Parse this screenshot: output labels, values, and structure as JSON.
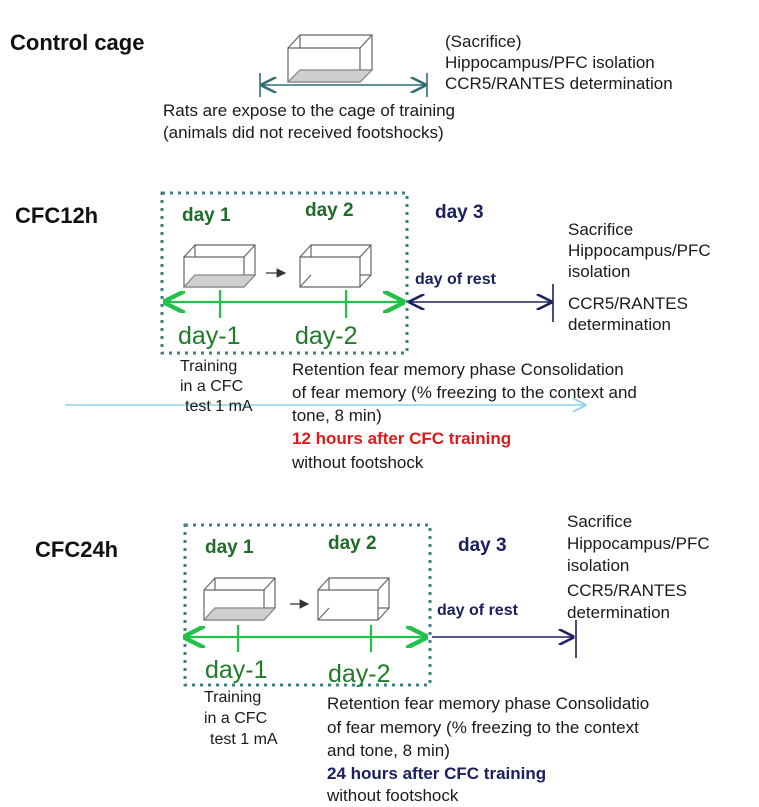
{
  "control": {
    "title": "Control cage",
    "result_lines": [
      "(Sacrifice)",
      "Hippocampus/PFC isolation",
      "CCR5/RANTES determination"
    ],
    "caption_lines": [
      "Rats are expose to the cage of training",
      "(animals did not received footshocks)"
    ]
  },
  "cfc12": {
    "title": "CFC12h",
    "day1": "day 1",
    "day2": "day 2",
    "day3": "day 3",
    "rest": "day of rest",
    "day1_dash": "day-1",
    "day2_dash": "day-2",
    "sacrifice_lines": [
      "Sacrifice",
      "Hippocampus/PFC",
      "isolation",
      "CCR5/RANTES",
      "determination"
    ],
    "training_lines": [
      "Training",
      "in a CFC",
      "test 1 mA"
    ],
    "retention_lines": [
      "Retention  fear memory phase Consolidation",
      "of fear memory (% freezing to the context and",
      "tone, 8 min)"
    ],
    "timing": "12 hours after CFC training",
    "without": "without   footshock"
  },
  "cfc24": {
    "title": "CFC24h",
    "day1": "day 1",
    "day2": "day 2",
    "day3": "day 3",
    "rest": "day of rest",
    "day1_dash": "day-1",
    "day2_dash": "day-2",
    "sacrifice_lines": [
      "Sacrifice",
      "Hippocampus/PFC",
      "isolation",
      "CCR5/RANTES",
      "determination"
    ],
    "training_lines": [
      "Training",
      "in a CFC",
      "test 1 mA"
    ],
    "retention_lines": [
      "Retention  fear memory phase Consolidatio",
      "of fear memory (% freezing to the context",
      "and tone, 8 min)"
    ],
    "timing": "24 hours after CFC training",
    "without": "without   footshock"
  },
  "colors": {
    "green": "#1f6b2a",
    "arrow_green": "#22c14a",
    "navy": "#1a2060",
    "teal_dash": "#2e6f74",
    "red": "#e0191c"
  }
}
